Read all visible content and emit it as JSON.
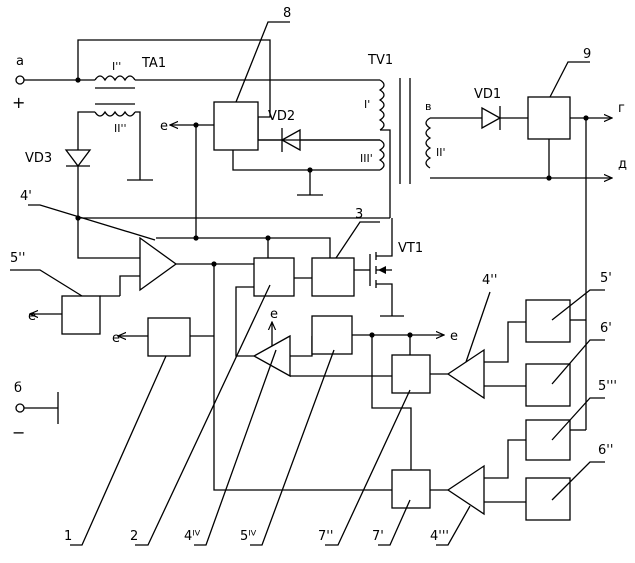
{
  "labels": {
    "terminal_a": "a",
    "terminal_b": "б",
    "terminal_v": "в",
    "terminal_g": "г",
    "terminal_d": "д",
    "plus": "+",
    "minus": "−",
    "ta1": "TA1",
    "ta1_w1": "I''",
    "ta1_w2": "II''",
    "tv1": "TV1",
    "tv1_w1": "I'",
    "tv1_w2": "II'",
    "tv1_w3": "III'",
    "vd1": "VD1",
    "vd2": "VD2",
    "vd3": "VD3",
    "vt1": "VT1",
    "e": "e",
    "b8": "8",
    "b9": "9",
    "b3": "3",
    "b4p": "4'",
    "b4pp": "4''",
    "b4ppp": "4'''",
    "b4iv": "4ᴵⱽ",
    "b5p": "5'",
    "b5pp": "5''",
    "b5ppp": "5'''",
    "b5iv": "5ᴵⱽ",
    "b6p": "6'",
    "b6pp": "6''",
    "b7p": "7'",
    "b7pp": "7''",
    "b1": "1",
    "b2": "2"
  }
}
